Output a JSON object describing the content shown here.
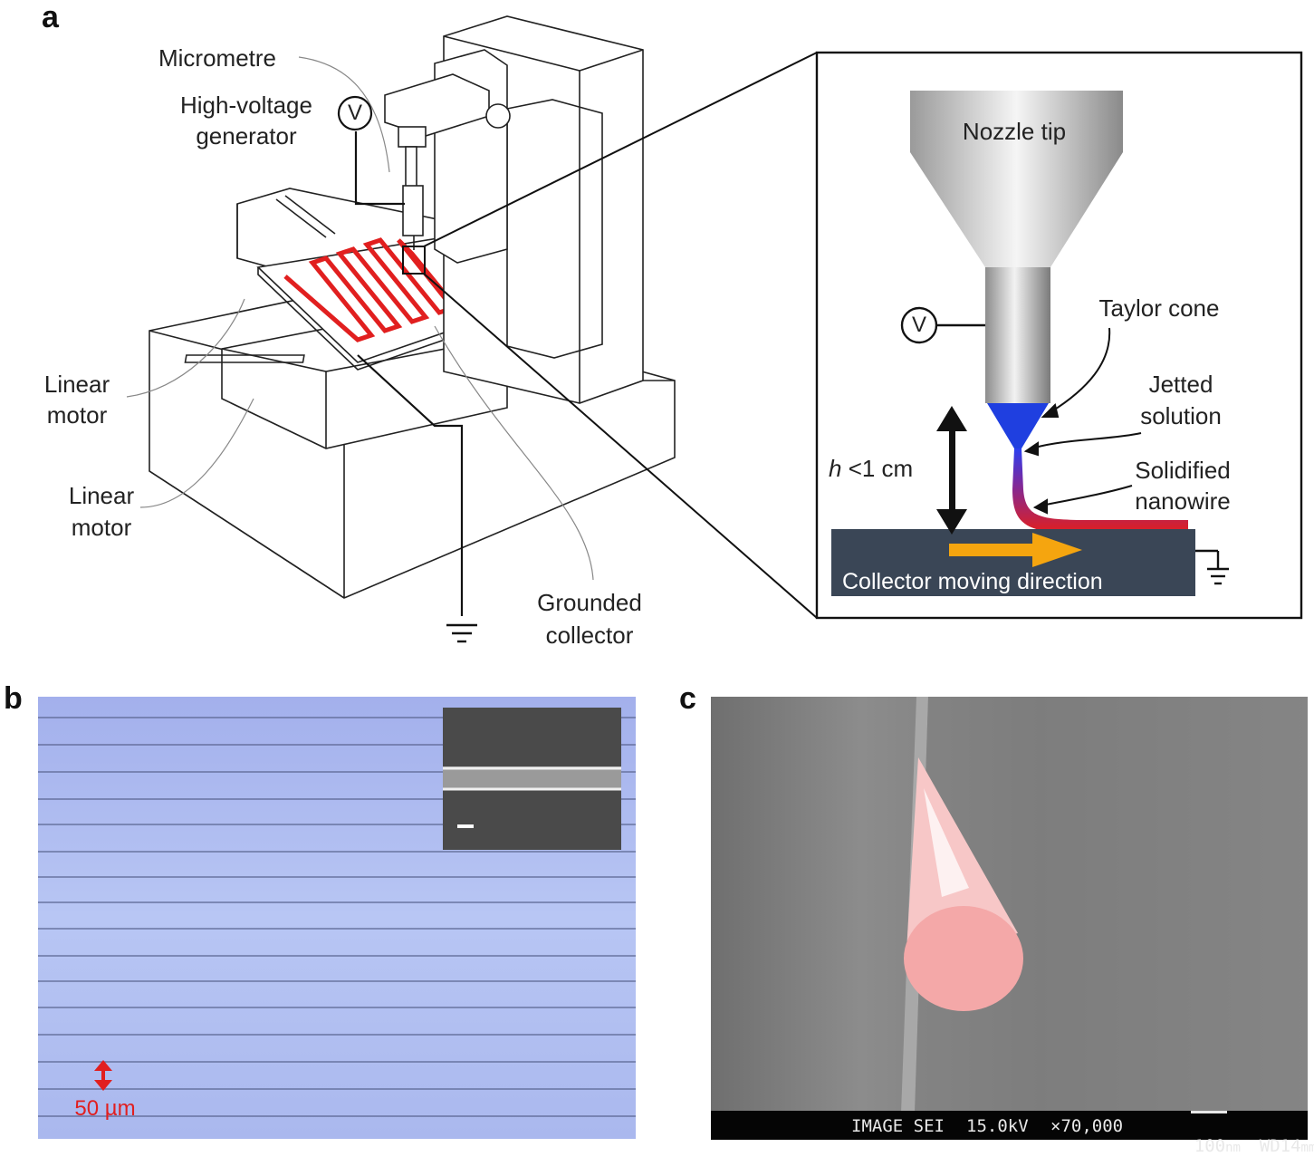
{
  "panels": {
    "a": "a",
    "b": "b",
    "c": "c"
  },
  "apparatus_labels": {
    "micrometre": "Micrometre",
    "hv_generator_1": "High-voltage",
    "hv_generator_2": "generator",
    "voltage_symbol": "V",
    "linear_motor_top_1": "Linear",
    "linear_motor_top_2": "motor",
    "linear_motor_bottom_1": "Linear",
    "linear_motor_bottom_2": "motor",
    "grounded_collector_1": "Grounded",
    "grounded_collector_2": "collector"
  },
  "inset_labels": {
    "nozzle_tip": "Nozzle tip",
    "voltage_symbol": "V",
    "taylor_cone": "Taylor cone",
    "jetted_solution_1": "Jetted",
    "jetted_solution_2": "solution",
    "solidified_nanowire_1": "Solidified",
    "solidified_nanowire_2": "nanowire",
    "height_var": "h",
    "height_value": " <1 cm",
    "collector_direction": "Collector moving direction"
  },
  "panel_b": {
    "scale_label": "50 µm"
  },
  "panel_c": {
    "sem_mode": "IMAGE SEI",
    "voltage": "15.0kV",
    "magnification": "×70,000",
    "scale": "100",
    "scale_unit": "nm",
    "wd_label": "WD",
    "wd_value": "14",
    "wd_unit": "mm"
  },
  "colors": {
    "nanowire_red": "#e11f1f",
    "taylor_blue": "#1f3fe0",
    "collector_dark": "#3a4656",
    "arrow_orange": "#f5a50f",
    "optical_blue": "#aab8ee",
    "sem_grey": "#8a8a8a",
    "nanowire_pink": "#f2a0a0"
  },
  "icons": [
    "voltage-source-icon",
    "ground-icon",
    "double-arrow-icon",
    "direction-arrow-icon",
    "scale-bar-icon"
  ]
}
